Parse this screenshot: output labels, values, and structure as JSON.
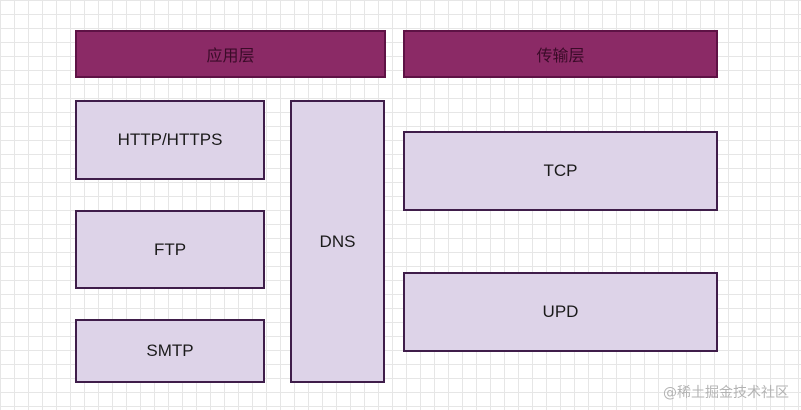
{
  "layers": {
    "application": {
      "header": "应用层",
      "protocols": [
        "HTTP/HTTPS",
        "FTP",
        "SMTP",
        "DNS"
      ]
    },
    "transport": {
      "header": "传输层",
      "protocols": [
        "TCP",
        "UPD"
      ]
    }
  },
  "colors": {
    "header_fill": "#8b2a66",
    "protocol_fill": "#ddd3e8",
    "border": "#3f1d4a"
  },
  "watermark": "@稀土掘金技术社区"
}
